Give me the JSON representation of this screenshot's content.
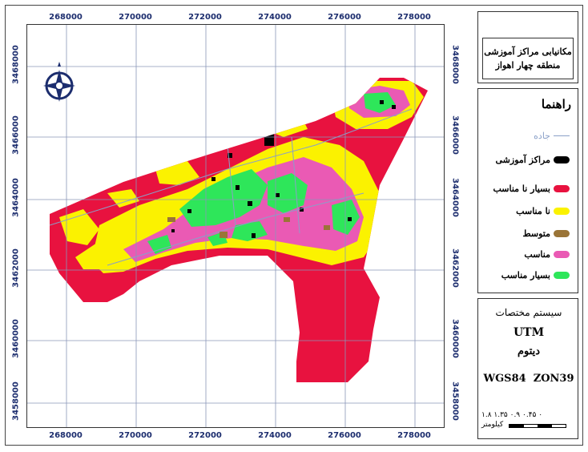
{
  "map": {
    "x_ticks": [
      "268000",
      "270000",
      "272000",
      "274000",
      "276000",
      "278000"
    ],
    "y_ticks": [
      "3468000",
      "3466000",
      "3464000",
      "3462000",
      "3460000",
      "3458000"
    ],
    "colors": {
      "very_unsuitable": "#e8123f",
      "unsuitable": "#fbf200",
      "moderate": "#9a7437",
      "suitable": "#ea5ab4",
      "very_suitable": "#2ee65a",
      "schools": "#000000",
      "road": "#8aa0c8",
      "grid": "#8a96b8"
    },
    "compass_icon": "compass-rose-icon"
  },
  "title": {
    "line1": "مکانیابی مراکز آموزشی",
    "line2": "منطقه چهار اهواز"
  },
  "legend": {
    "heading": "راهنما",
    "items": [
      {
        "label": "جاده",
        "type": "line",
        "color": "#8aa0c8"
      },
      {
        "label": "مراکز آموزشی",
        "type": "swatch",
        "color": "#000000"
      },
      {
        "label": "بسیار نا مناسب",
        "type": "swatch",
        "color": "#e8123f"
      },
      {
        "label": "نا مناسب",
        "type": "swatch",
        "color": "#fbf200"
      },
      {
        "label": "متوسط",
        "type": "swatch",
        "color": "#9a7437"
      },
      {
        "label": "مناسب",
        "type": "swatch",
        "color": "#ea5ab4"
      },
      {
        "label": "بسیار مناسب",
        "type": "swatch",
        "color": "#2ee65a"
      }
    ]
  },
  "coord": {
    "heading": "سیستم مختصات",
    "system": "UTM",
    "datum_label": "دیتوم",
    "datum": "WGS84  ZON39"
  },
  "scale": {
    "numbers": "۱.۸  ۱.۳۵  ۰.۹  ۰.۴۵  ۰",
    "unit": "کیلومتر"
  }
}
